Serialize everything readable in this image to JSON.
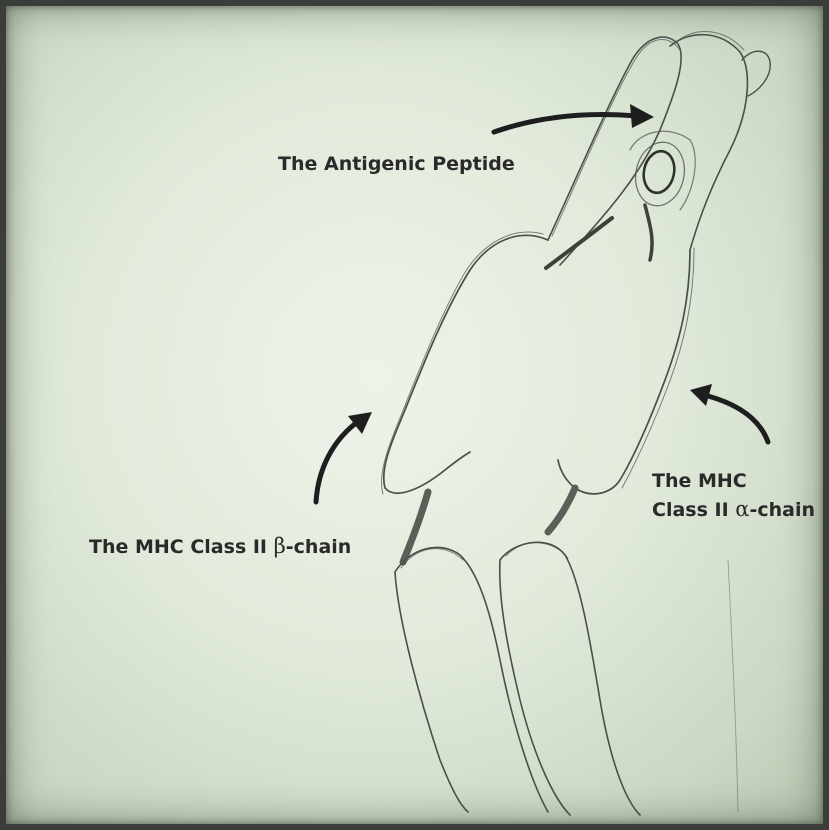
{
  "labels": {
    "peptide": "The Antigenic Peptide",
    "alpha_line1": "The MHC",
    "alpha_line2_prefix": "Class II ",
    "alpha_symbol": "α",
    "alpha_line2_suffix": "-chain",
    "beta_prefix": "The MHC Class II ",
    "beta_symbol": "β",
    "beta_suffix": "-chain"
  },
  "colors": {
    "paper": "#e4ecdf",
    "pencil": "#4a4f4a",
    "arrow": "#1e1e1e",
    "text": "#2a2a2a"
  }
}
